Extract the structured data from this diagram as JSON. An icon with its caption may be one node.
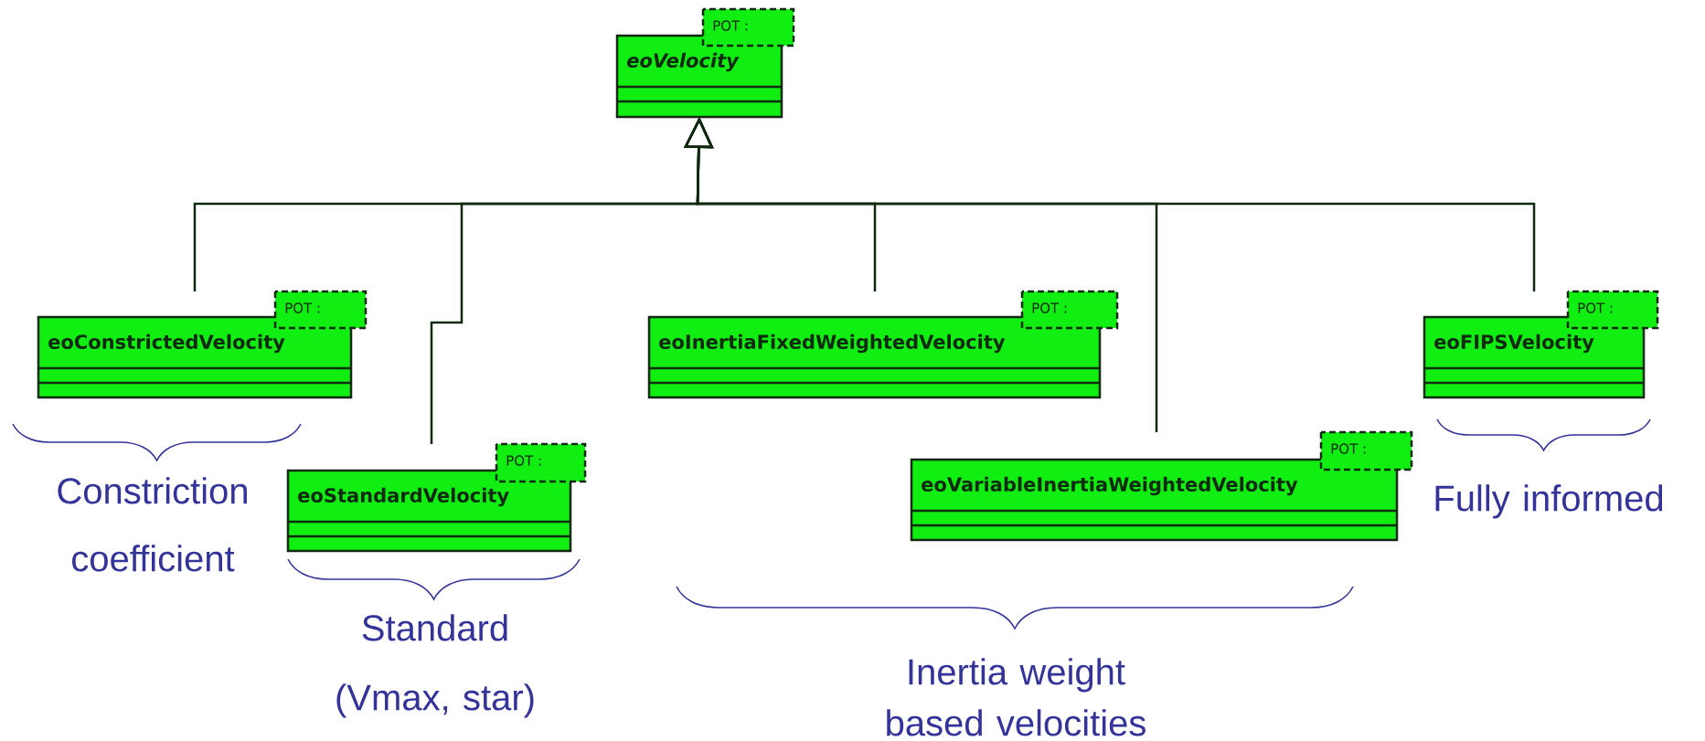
{
  "diagram": {
    "nodes": [
      {
        "text": [
          "POT :",
          "eoVelocity"
        ]
      },
      {
        "text": [
          "POT :",
          "eoConstrictedVelocity"
        ]
      },
      {
        "text": [
          "POT :",
          "eoStandardVelocity"
        ]
      },
      {
        "text": [
          "POT :",
          "eoInertiaFixedWeightedVelocity"
        ]
      },
      {
        "text": [
          "POT :",
          "eoVariableInertiaWeightedVelocity"
        ]
      },
      {
        "text": [
          "POT :",
          "eoFIPSVelocity"
        ]
      }
    ],
    "edges": [
      {
        "from": 1,
        "to": 0,
        "arrow": "to"
      },
      {
        "from": 2,
        "to": 0,
        "arrow": "to"
      },
      {
        "from": 3,
        "to": 0,
        "arrow": "to"
      },
      {
        "from": 4,
        "to": 0,
        "arrow": "to"
      },
      {
        "from": 5,
        "to": 0,
        "arrow": "to"
      }
    ],
    "labels": [
      "Constriction coefficient",
      "Fully informed",
      "Standard (Vmax, star)",
      "Inertia weight based velocities"
    ]
  }
}
